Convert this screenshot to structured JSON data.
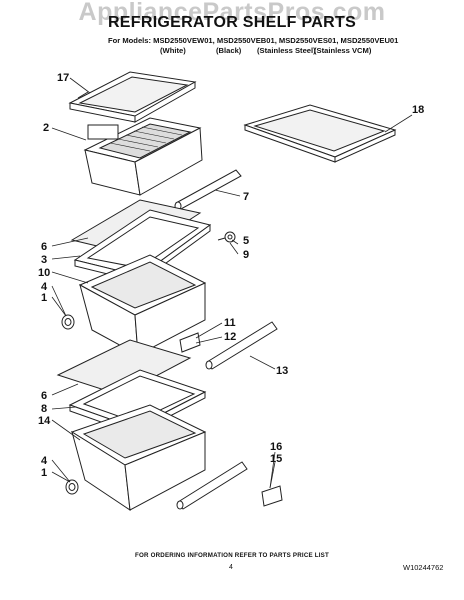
{
  "watermark": "AppliancePartsPros.com",
  "title": "REFRIGERATOR SHELF PARTS",
  "models_line": "For Models: MSD2550VEW01, MSD2550VEB01, MSD2550VES01, MSD2550VEU01",
  "variants": [
    "(White)",
    "(Black)",
    "(Stainless Steel)",
    "(Stainless VCM)"
  ],
  "callouts": [
    "17",
    "2",
    "18",
    "7",
    "6",
    "5",
    "3",
    "9",
    "10",
    "4",
    "1",
    "11",
    "12",
    "13",
    "6",
    "8",
    "14",
    "16",
    "15",
    "4",
    "1"
  ],
  "footer": "FOR ORDERING INFORMATION REFER TO PARTS PRICE LIST",
  "page_number": "4",
  "document_number": "W10244762",
  "colors": {
    "line": "#222222",
    "watermark": "#c9c9c9",
    "glass": "#eeeeee"
  }
}
